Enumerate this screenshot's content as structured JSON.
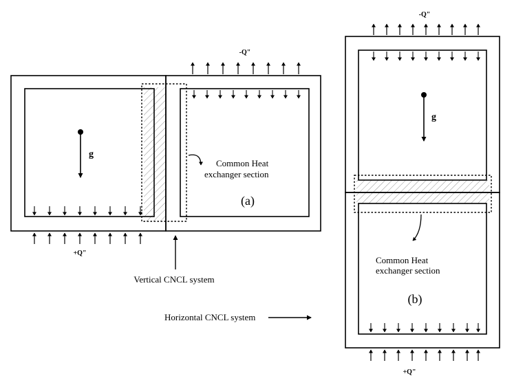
{
  "labels": {
    "neg_heat_a": "-Q\"",
    "pos_heat_a": "+Q\"",
    "gravity_a": "g",
    "hx_a_line1": "Common Heat",
    "hx_a_line2": "exchanger section",
    "panel_a": "(a)",
    "vertical_system": "Vertical CNCL system",
    "horizontal_system": "Horizontal CNCL system",
    "neg_heat_b": "-Q\"",
    "gravity_b": "g",
    "hx_b_line1": "Common Heat",
    "hx_b_line2": "exchanger section",
    "panel_b": "(b)",
    "pos_heat_b": "+Q\""
  }
}
